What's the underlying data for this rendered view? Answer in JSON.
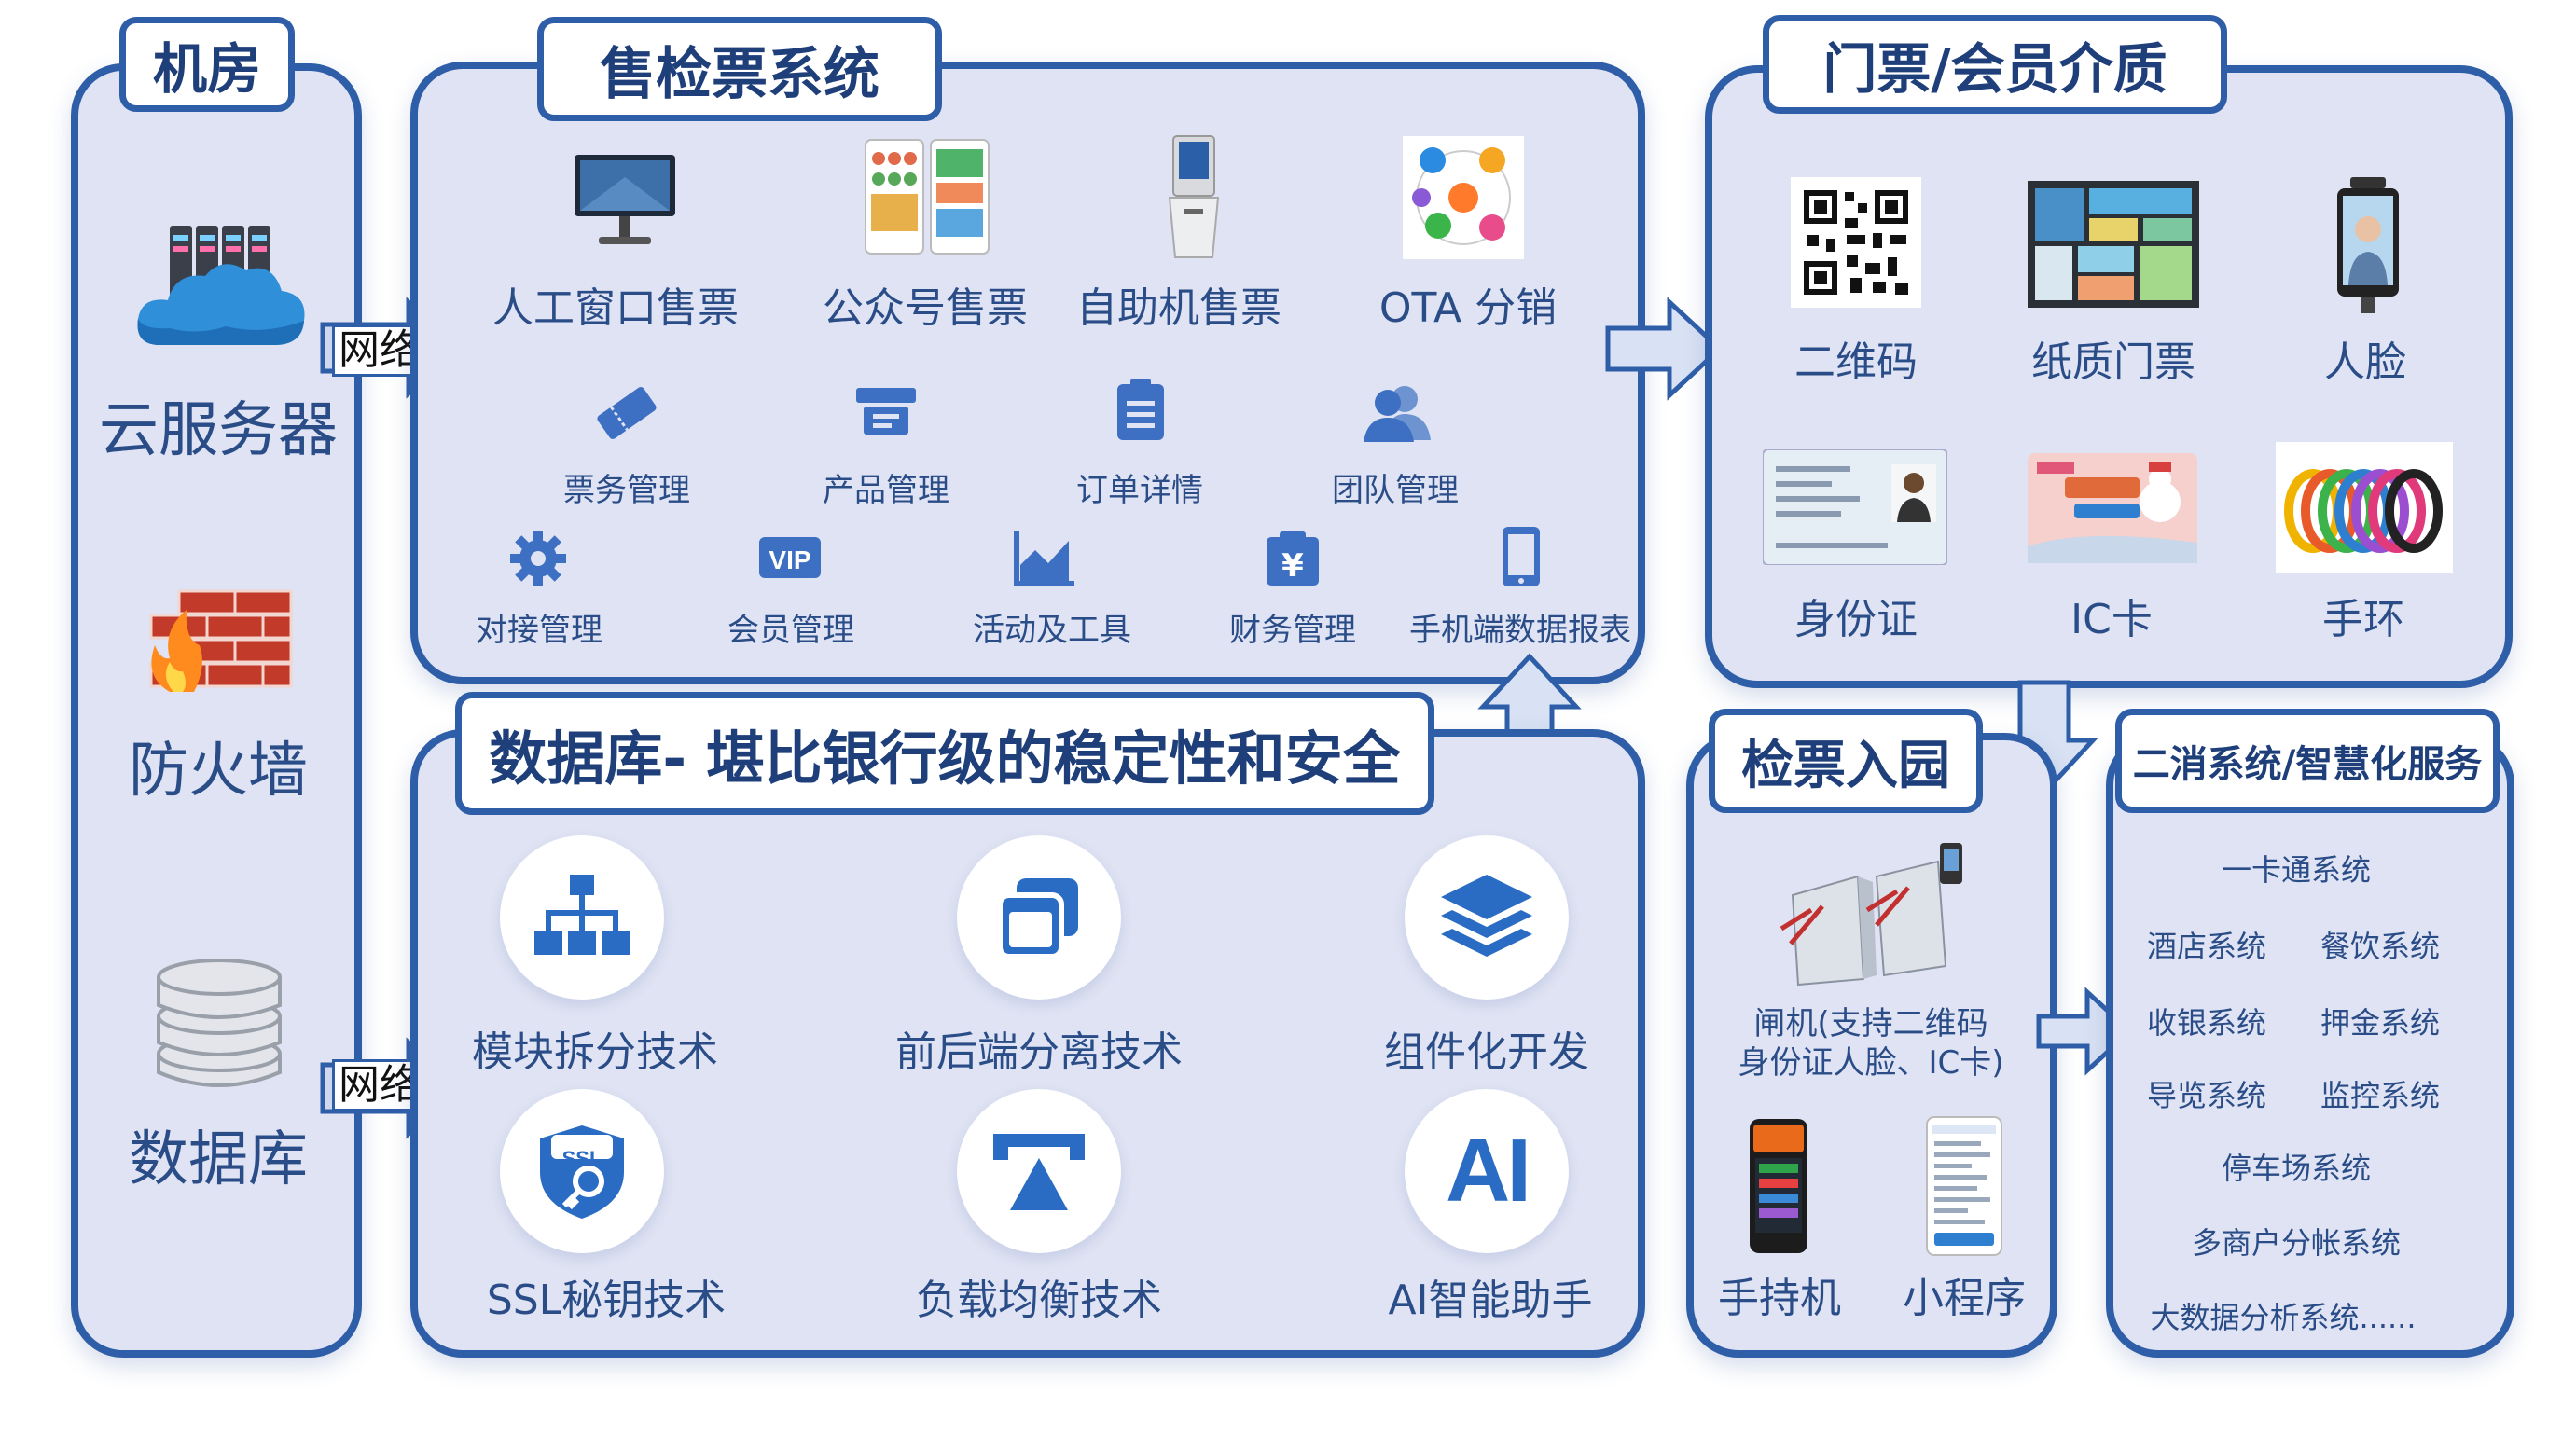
{
  "sections": {
    "server_room": {
      "title": "机房",
      "items": [
        "云服务器",
        "防火墙",
        "数据库"
      ],
      "network_label_top": "网络",
      "network_label_bottom": "网络"
    },
    "ticketing": {
      "title": "售检票系统",
      "channels": [
        "人工窗口售票",
        "公众号售票",
        "自助机售票",
        "OTA 分销"
      ],
      "modules_row1": [
        "票务管理",
        "产品管理",
        "订单详情",
        "团队管理"
      ],
      "modules_row2": [
        "对接管理",
        "会员管理",
        "活动及工具",
        "财务管理",
        "手机端数据报表"
      ]
    },
    "media": {
      "title": "门票/会员介质",
      "items": [
        "二维码",
        "纸质门票",
        "人脸",
        "身份证",
        "IC卡",
        "手环"
      ]
    },
    "database": {
      "title": "数据库- 堪比银行级的稳定性和安全",
      "features": [
        "模块拆分技术",
        "前后端分离技术",
        "组件化开发",
        "SSL秘钥技术",
        "负载均衡技术",
        "AI智能助手"
      ],
      "ssl_badge": "SSL",
      "ai_badge": "AI"
    },
    "gate": {
      "title": "检票入园",
      "gate_desc_line1": "闸机(支持二维码",
      "gate_desc_line2": "身份证人脸、IC卡)",
      "handheld": "手持机",
      "miniprogram": "小程序"
    },
    "secondary": {
      "title": "二消系统/智慧化服务",
      "row1": "一卡通系统",
      "row2_left": "酒店系统",
      "row2_right": "餐饮系统",
      "row3_left": "收银系统",
      "row3_right": "押金系统",
      "row4_left": "导览系统",
      "row4_right": "监控系统",
      "row5": "停车场系统",
      "row6": "多商户分帐系统",
      "row7": "大数据分析系统......"
    }
  },
  "colors": {
    "panel_fill": "#dfe3f3",
    "border": "#2f5ea8",
    "text": "#2a4d88",
    "icon": "#3d70c2"
  }
}
